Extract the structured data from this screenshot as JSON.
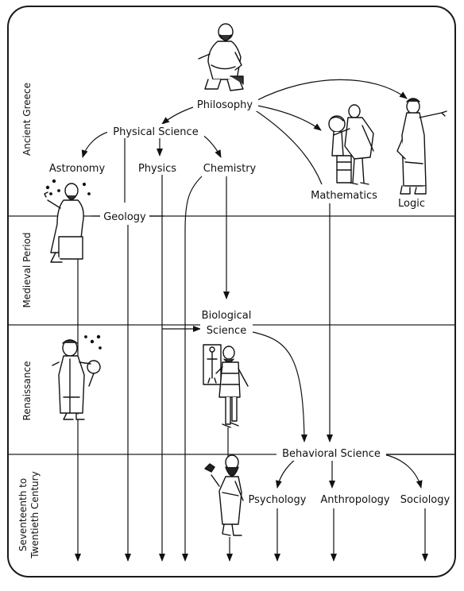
{
  "colors": {
    "ink": "#111111",
    "paper": "#ffffff",
    "frame": "#1a1a1a"
  },
  "eras": {
    "ancient": "Ancient Greece",
    "medieval": "Medieval Period",
    "renaissance": "Renaissance",
    "modern_line1": "Seventeenth to",
    "modern_line2": "Twentieth Century"
  },
  "nodes": {
    "philosophy": "Philosophy",
    "physical_science": "Physical Science",
    "astronomy": "Astronomy",
    "physics": "Physics",
    "chemistry": "Chemistry",
    "mathematics": "Mathematics",
    "logic": "Logic",
    "geology": "Geology",
    "biological_line1": "Biological",
    "biological_line2": "Science",
    "behavioral_science": "Behavioral Science",
    "psychology": "Psychology",
    "anthropology": "Anthropology",
    "sociology": "Sociology"
  },
  "icons": [
    "seated-philosopher-icon",
    "astronomer-icon",
    "geometer-with-globe-icon",
    "orator-icon",
    "alchemist-icon",
    "anatomist-icon",
    "naturalist-with-bird-icon"
  ]
}
